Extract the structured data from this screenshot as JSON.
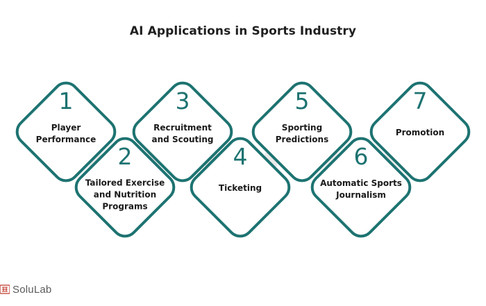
{
  "title": "AI Applications in Sports Industry",
  "colors": {
    "accent": "#1d7371",
    "connector": "#ebebeb",
    "text": "#1a1a1a"
  },
  "items": [
    {
      "number": "1",
      "lines": [
        "Player",
        "Performance"
      ]
    },
    {
      "number": "2",
      "lines": [
        "Tailored Exercise",
        "and Nutrition",
        "Programs"
      ]
    },
    {
      "number": "3",
      "lines": [
        "Recruitment",
        "and Scouting"
      ]
    },
    {
      "number": "4",
      "lines": [
        "Ticketing"
      ]
    },
    {
      "number": "5",
      "lines": [
        "Sporting",
        "Predictions"
      ]
    },
    {
      "number": "6",
      "lines": [
        "Automatic Sports",
        "Journalism"
      ]
    },
    {
      "number": "7",
      "lines": [
        "Promotion"
      ]
    }
  ],
  "logo": {
    "text": "SoluLab",
    "icon": "solulab-logo-icon"
  }
}
